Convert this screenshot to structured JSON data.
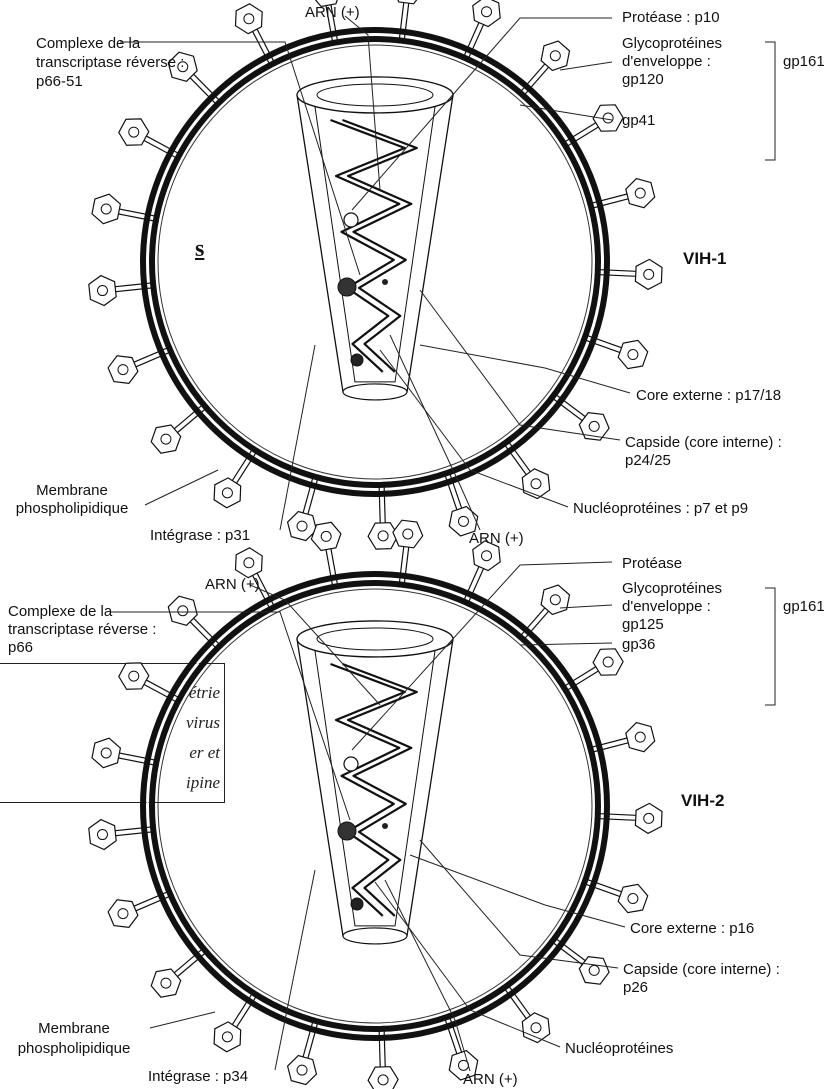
{
  "margin_fragments": {
    "heading_letter": "s",
    "caption_lines": [
      "étrie",
      "virus",
      "er  et",
      "ipine"
    ]
  },
  "diagram_top": {
    "virus_label": "VIH-1",
    "labels": {
      "rna_top": "ARN (+)",
      "protease": "Protéase : p10",
      "rt_complex": [
        "Complexe de la",
        "transcriptase réverse :",
        "p66-51"
      ],
      "glyco": [
        "Glycoprotéines",
        "d'enveloppe :",
        "gp120"
      ],
      "gp_transmembrane": "gp41",
      "gp_total": "gp161",
      "core_ext": "Core externe : p17/18",
      "capsid": [
        "Capside (core interne) :",
        "p24/25"
      ],
      "nucleo": "Nucléoprotéines : p7 et p9",
      "rna_bottom": "ARN (+)",
      "integrase": "Intégrase : p31",
      "membrane": [
        "Membrane",
        "phospholipidique"
      ]
    }
  },
  "diagram_bottom": {
    "virus_label": "VIH-2",
    "labels": {
      "rna_top": "ARN (+)",
      "protease": "Protéase",
      "rt_complex": [
        "Complexe de la",
        "transcriptase réverse :",
        "p66"
      ],
      "glyco": [
        "Glycoprotéines",
        "d'enveloppe :",
        "gp125"
      ],
      "gp_transmembrane": "gp36",
      "gp_total": "gp161",
      "core_ext": "Core externe : p16",
      "capsid": [
        "Capside (core interne) :",
        "p26"
      ],
      "nucleo": "Nucléoprotéines",
      "rna_bottom": "ARN (+)",
      "integrase": "Intégrase : p34",
      "membrane": [
        "Membrane",
        "phospholipidique"
      ]
    }
  }
}
